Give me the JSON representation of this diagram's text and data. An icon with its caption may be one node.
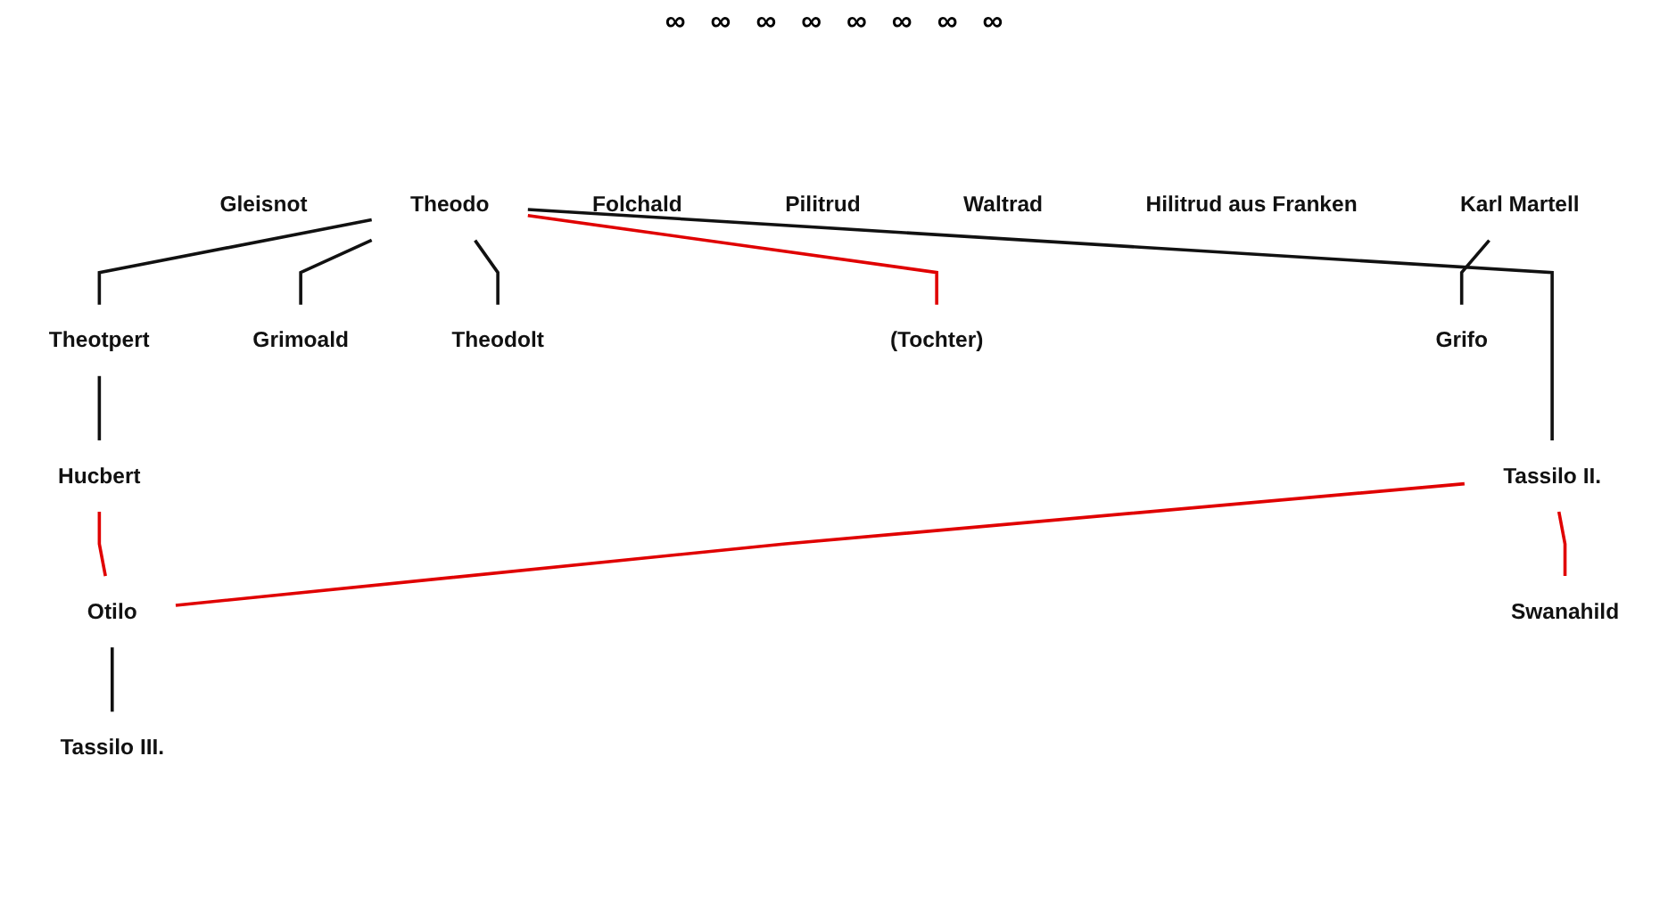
{
  "diagram": {
    "nodes": [
      {
        "text": [
          "Gleisnot"
        ]
      },
      {
        "text": [
          "Theodo"
        ]
      },
      {
        "text": [
          "Folchald"
        ]
      },
      {
        "text": [
          "Theotpert"
        ]
      },
      {
        "text": [
          "Grimoald"
        ]
      },
      {
        "text": [
          "Pilitrud"
        ]
      },
      {
        "text": [
          "Theodolt"
        ]
      },
      {
        "text": [
          "Waltrad"
        ]
      },
      {
        "text": [
          "Tassilo II."
        ]
      },
      {
        "text": [
          "(Tochter)"
        ]
      },
      {
        "text": [
          "Hucbert"
        ]
      },
      {
        "text": [
          "Otilo"
        ]
      },
      {
        "text": [
          "Hilitrud aus Franken"
        ]
      },
      {
        "text": [
          "Karl Martell"
        ]
      },
      {
        "text": [
          "Swanahild"
        ]
      },
      {
        "text": [
          "Grifo"
        ]
      },
      {
        "text": [
          "Tassilo III."
        ]
      }
    ],
    "edges": [
      {
        "from": 1,
        "to": 3,
        "arrow": "none"
      },
      {
        "from": 1,
        "to": 4,
        "arrow": "none"
      },
      {
        "from": 1,
        "to": 6,
        "arrow": "none"
      },
      {
        "from": 1,
        "to": 8,
        "arrow": "none"
      },
      {
        "from": 1,
        "to": 9,
        "arrow": "none",
        "color": "#e00000"
      },
      {
        "from": 3,
        "to": 10,
        "arrow": "none"
      },
      {
        "from": 10,
        "to": 11,
        "arrow": "none",
        "color": "#e00000"
      },
      {
        "from": 8,
        "to": 14,
        "arrow": "none",
        "color": "#e00000"
      },
      {
        "from": 8,
        "to": 11,
        "arrow": "none",
        "color": "#e00000"
      },
      {
        "from": 13,
        "to": 15,
        "arrow": "none"
      },
      {
        "from": 11,
        "to": 16,
        "arrow": "none"
      }
    ],
    "labels": [
      "∞",
      "∞",
      "∞",
      "∞",
      "∞",
      "∞",
      "∞",
      "∞"
    ]
  }
}
